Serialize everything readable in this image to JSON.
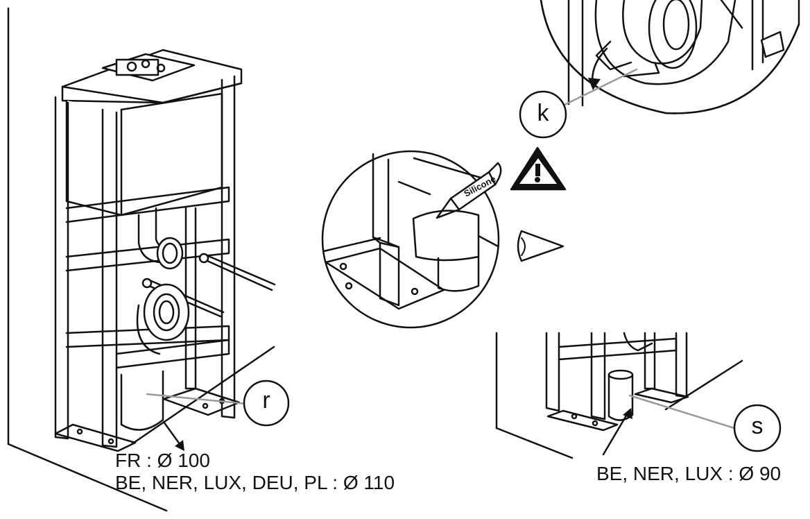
{
  "callouts": {
    "k": "k",
    "r": "r",
    "s": "s"
  },
  "tube_label": "Silicone",
  "notes": {
    "left_line1": "FR : Ø 100",
    "left_line2": "BE, NER, LUX, DEU, PL : Ø 110",
    "right_line1": "BE, NER, LUX : Ø 90"
  },
  "icons": [
    "warning-icon",
    "eye-icon"
  ],
  "colors": {
    "ink": "#111111",
    "leader": "#999999",
    "fill": "#ffffff"
  }
}
